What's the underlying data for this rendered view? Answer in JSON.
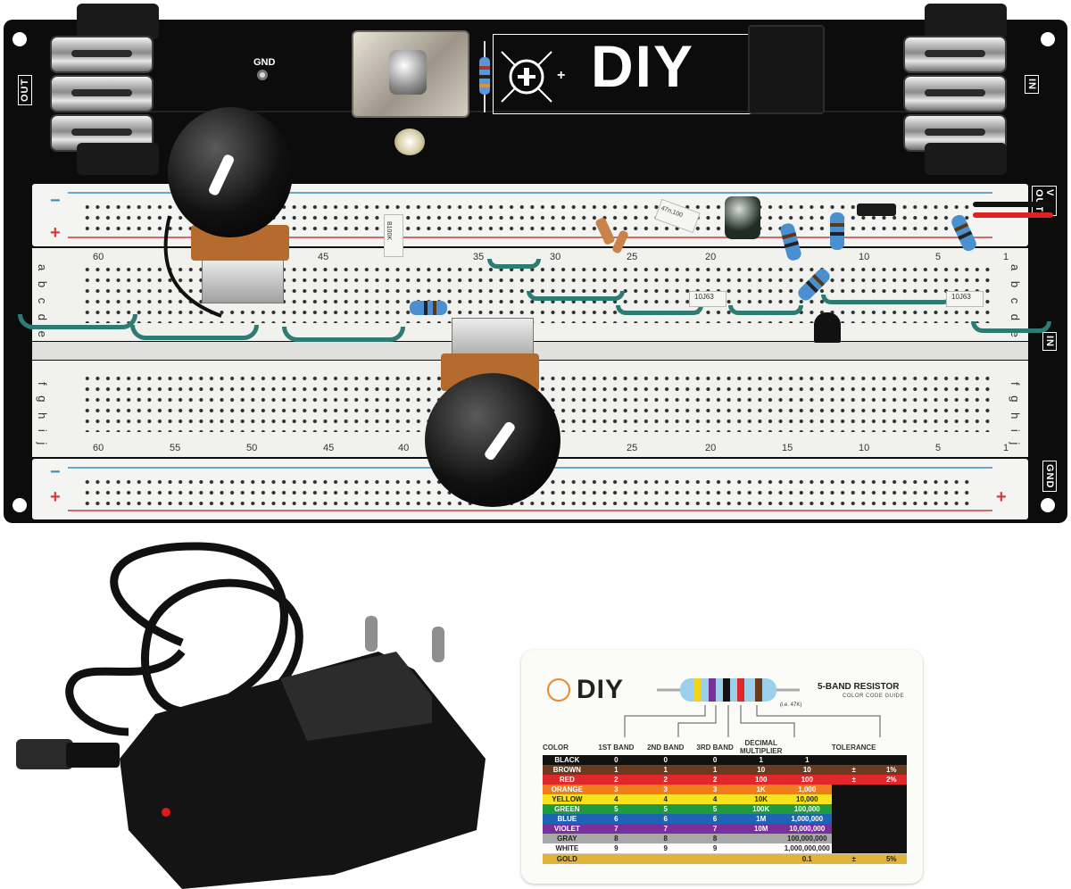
{
  "board": {
    "gnd_label": "GND",
    "out_label": "OUT",
    "in_label": "IN",
    "vout_label": "V OUT",
    "gnd_side_label": "GND",
    "brand_text": "DIY",
    "plus_sign": "+",
    "minus_sign": "−",
    "column_numbers": [
      "60",
      "55",
      "50",
      "45",
      "40",
      "35",
      "30",
      "25",
      "20",
      "15",
      "10",
      "5",
      "1"
    ],
    "rows_top": "a b c d e",
    "rows_bottom": "f g h i j",
    "pot_label_top": "B100K",
    "cap_label": "47n,100",
    "resistor_value_label": "10J63"
  },
  "card": {
    "brand": "DIY",
    "title": "5-BAND RESISTOR",
    "subtitle": "COLOR CODE GUIDE",
    "example": "(i.e. 47K)",
    "headers": [
      "COLOR",
      "1ST BAND",
      "2ND BAND",
      "3RD BAND",
      "DECIMAL MULTIPLIER",
      "",
      "TOLERANCE",
      ""
    ],
    "rows": [
      {
        "name": "BLACK",
        "b1": "0",
        "b2": "0",
        "b3": "0",
        "m1": "1",
        "m2": "1",
        "t1": "",
        "t2": "",
        "bg": "#111111",
        "fg": "#ffffff"
      },
      {
        "name": "BROWN",
        "b1": "1",
        "b2": "1",
        "b3": "1",
        "m1": "10",
        "m2": "10",
        "t1": "±",
        "t2": "1%",
        "bg": "#6b3a1f",
        "fg": "#ffffff"
      },
      {
        "name": "RED",
        "b1": "2",
        "b2": "2",
        "b3": "2",
        "m1": "100",
        "m2": "100",
        "t1": "±",
        "t2": "2%",
        "bg": "#e0272b",
        "fg": "#ffffff"
      },
      {
        "name": "ORANGE",
        "b1": "3",
        "b2": "3",
        "b3": "3",
        "m1": "1K",
        "m2": "1,000",
        "t1": "",
        "t2": "",
        "bg": "#f07c1c",
        "fg": "#ffffff"
      },
      {
        "name": "YELLOW",
        "b1": "4",
        "b2": "4",
        "b3": "4",
        "m1": "10K",
        "m2": "10,000",
        "t1": "",
        "t2": "",
        "bg": "#f7e21d",
        "fg": "#222222"
      },
      {
        "name": "GREEN",
        "b1": "5",
        "b2": "5",
        "b3": "5",
        "m1": "100K",
        "m2": "100,000",
        "t1": "",
        "t2": "",
        "bg": "#1f9a3f",
        "fg": "#ffffff"
      },
      {
        "name": "BLUE",
        "b1": "6",
        "b2": "6",
        "b3": "6",
        "m1": "1M",
        "m2": "1,000,000",
        "t1": "",
        "t2": "",
        "bg": "#1f64b4",
        "fg": "#ffffff"
      },
      {
        "name": "VIOLET",
        "b1": "7",
        "b2": "7",
        "b3": "7",
        "m1": "10M",
        "m2": "10,000,000",
        "t1": "",
        "t2": "",
        "bg": "#7a2f9a",
        "fg": "#ffffff"
      },
      {
        "name": "GRAY",
        "b1": "8",
        "b2": "8",
        "b3": "8",
        "m1": "",
        "m2": "100,000,000",
        "t1": "",
        "t2": "",
        "bg": "#a8a8a8",
        "fg": "#222222"
      },
      {
        "name": "WHITE",
        "b1": "9",
        "b2": "9",
        "b3": "9",
        "m1": "",
        "m2": "1,000,000,000",
        "t1": "",
        "t2": "",
        "bg": "#ffffff",
        "fg": "#222222"
      },
      {
        "name": "GOLD",
        "b1": "",
        "b2": "",
        "b3": "",
        "m1": "",
        "m2": "0.1",
        "t1": "±",
        "t2": "5%",
        "bg": "#e2b23a",
        "fg": "#222222"
      }
    ]
  },
  "colors": {
    "pcb": "#0c0c0c",
    "wire_green": "#2d7b72",
    "accent_orange": "#e7892d"
  }
}
